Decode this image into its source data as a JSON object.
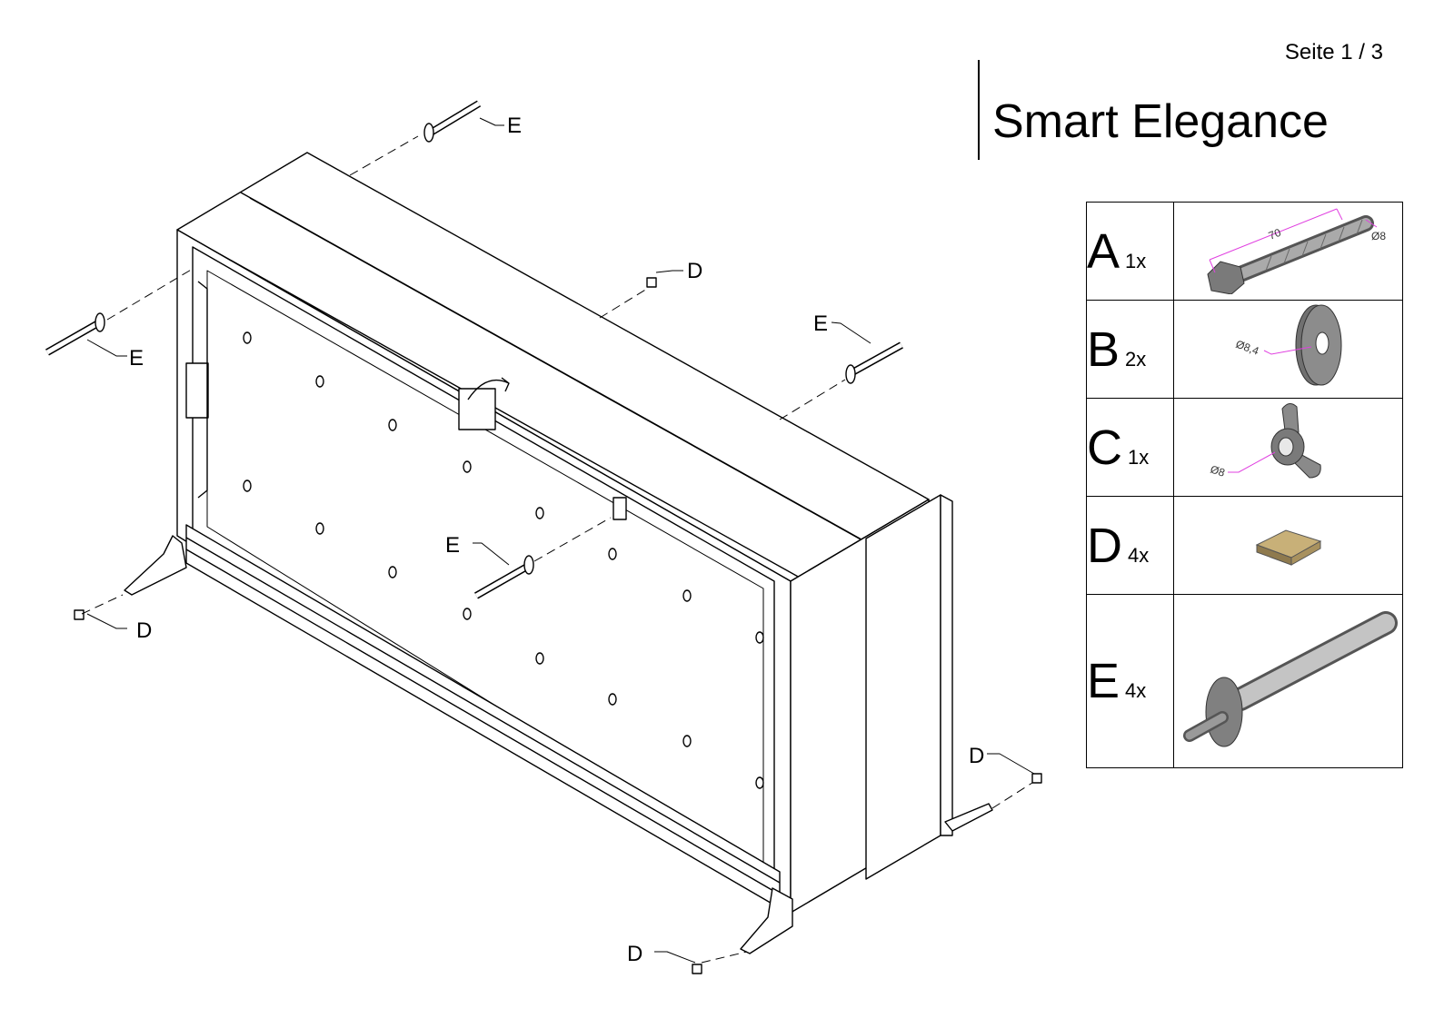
{
  "document": {
    "page_label": "Seite 1 / 3",
    "title": "Smart Elegance"
  },
  "callouts": {
    "e_top": "E",
    "e_left": "E",
    "e_right": "E",
    "e_center": "E",
    "d_top": "D",
    "d_left": "D",
    "d_bottom": "D",
    "d_right": "D"
  },
  "parts": [
    {
      "letter": "A",
      "qty": "1x",
      "icon": "hex-bolt",
      "dims": [
        "70",
        "Ø8"
      ]
    },
    {
      "letter": "B",
      "qty": "2x",
      "icon": "washer",
      "dims": [
        "Ø8,4"
      ]
    },
    {
      "letter": "C",
      "qty": "1x",
      "icon": "wing-nut",
      "dims": [
        "Ø8"
      ]
    },
    {
      "letter": "D",
      "qty": "4x",
      "icon": "felt-pad",
      "dims": []
    },
    {
      "letter": "E",
      "qty": "4x",
      "icon": "dowel-pin",
      "dims": []
    }
  ],
  "colors": {
    "dimension": "#e040e0",
    "metal": "#9a9a9a",
    "felt": "#c8b078"
  }
}
